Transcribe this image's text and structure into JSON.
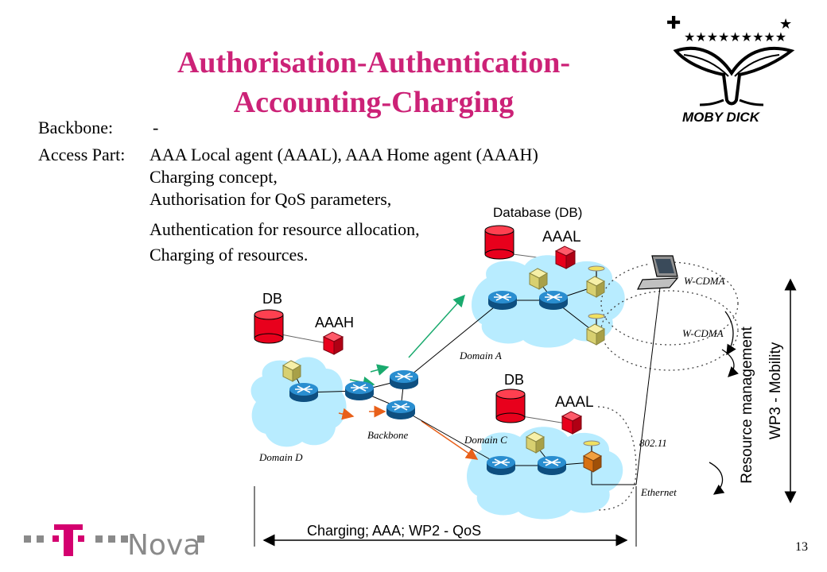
{
  "title": {
    "line1": "Authorisation-Authentication-",
    "line2": "Accounting-Charging"
  },
  "logo": {
    "name": "MOBY DICK"
  },
  "body": {
    "backbone_label": "Backbone:",
    "backbone_value": "-",
    "access_label": "Access Part:",
    "access_lines": [
      "AAA Local agent (AAAL), AAA Home agent (AAAH)",
      "Charging concept,",
      "Authorisation for QoS parameters,",
      "Authentication for resource allocation,",
      "Charging of resources."
    ]
  },
  "diagram": {
    "database_db": "Database (DB)",
    "aaal_a": "AAAL",
    "db_d": "DB",
    "aaah": "AAAH",
    "db_c": "DB",
    "aaal_c": "AAAL",
    "domain_a": "Domain A",
    "domain_c": "Domain C",
    "domain_d": "Domain D",
    "backbone": "Backbone",
    "wcdma_1": "W-CDMA",
    "wcdma_2": "W-CDMA",
    "wlan": "802.11",
    "ethernet": "Ethernet",
    "resource_mgmt": "Resource management",
    "wp3": "WP3 - Mobility",
    "charging": "Charging; AAA;  WP2 - QoS"
  },
  "footer": {
    "brand": "T · · Nova",
    "page_number": "13"
  },
  "colors": {
    "title": "#cc2277",
    "db_red": "#e8001c",
    "router_blue": "#1a6ea8",
    "cloud": "#b8ecff",
    "brand_magenta": "#d4006f",
    "arrow_green": "#1aaa6e",
    "arrow_orange": "#e8601a"
  }
}
